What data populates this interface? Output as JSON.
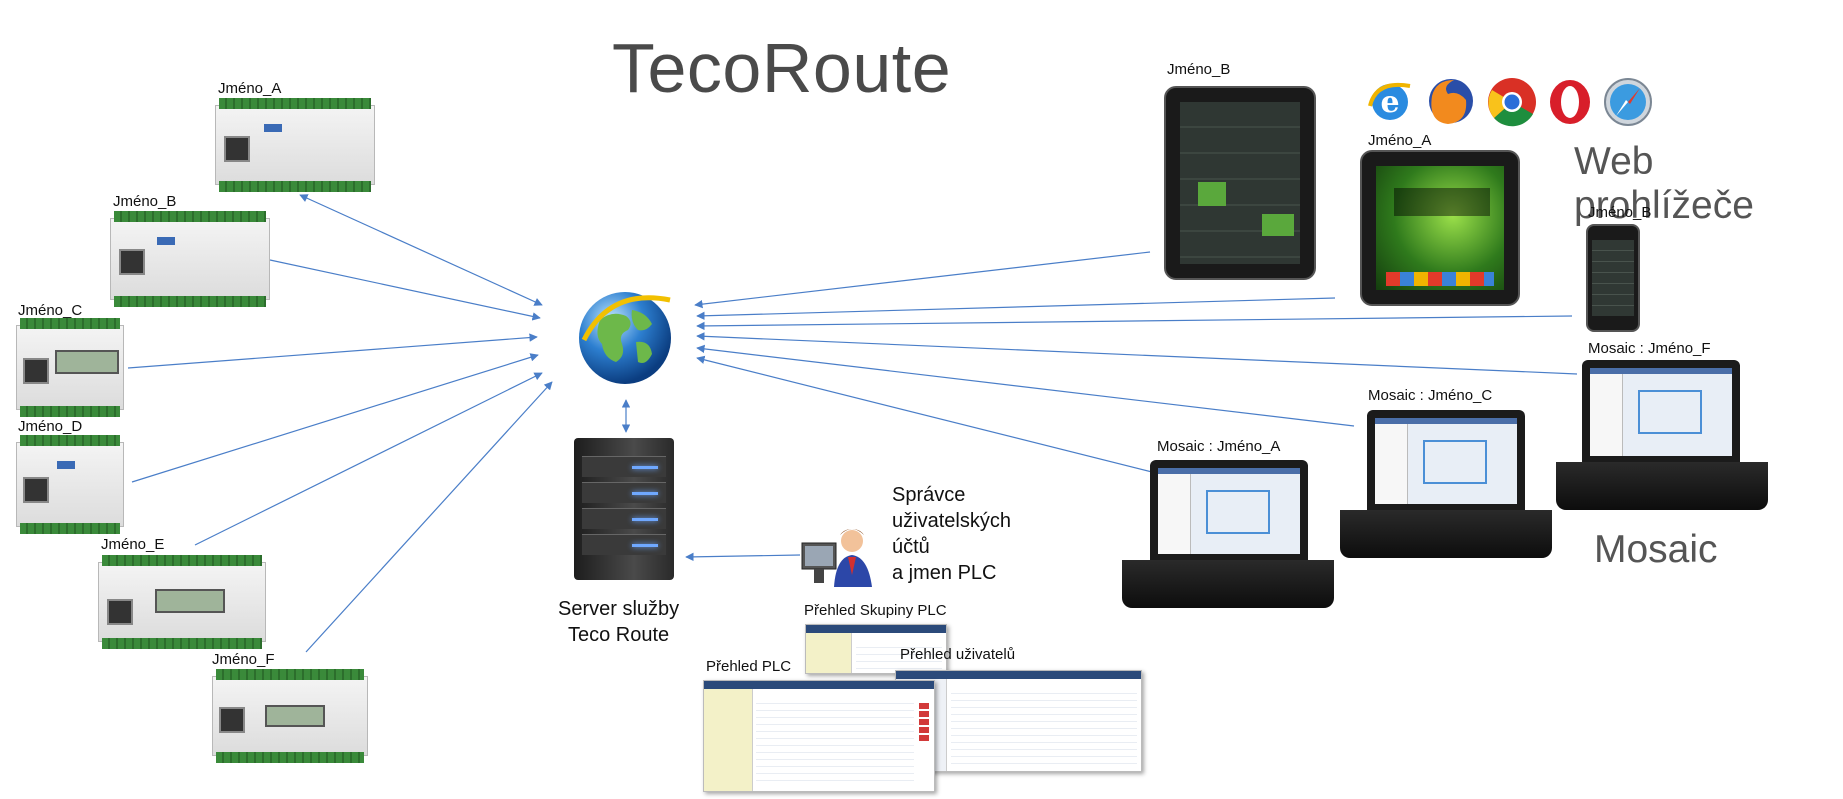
{
  "title": "TecoRoute",
  "labels": {
    "web_browsers": "Web prohlížeče",
    "mosaic": "Mosaic",
    "server": "Server služby\nTeco Route",
    "admin": "Správce\nuživatelských\núčtů\na jmen PLC",
    "groups_overview": "Přehled Skupiny  PLC",
    "users_overview": "Přehled uživatelů",
    "plc_overview": "Přehled PLC"
  },
  "plcs": [
    {
      "name": "Jméno_A"
    },
    {
      "name": "Jméno_B"
    },
    {
      "name": "Jméno_C"
    },
    {
      "name": "Jméno_D"
    },
    {
      "name": "Jméno_E"
    },
    {
      "name": "Jméno_F"
    }
  ],
  "clients": {
    "tablet_b": "Jméno_B",
    "tablet_a": "Jméno_A",
    "phone_b": "Jméno_B",
    "laptop_a": "Mosaic : Jméno_A",
    "laptop_c": "Mosaic : Jméno_C",
    "laptop_f": "Mosaic : Jméno_F"
  },
  "browsers": [
    "internet-explorer-icon",
    "firefox-icon",
    "chrome-icon",
    "opera-icon",
    "safari-icon"
  ],
  "colors": {
    "wire": "#4a7ec8",
    "title": "#4a4a4a",
    "label": "#555555"
  }
}
